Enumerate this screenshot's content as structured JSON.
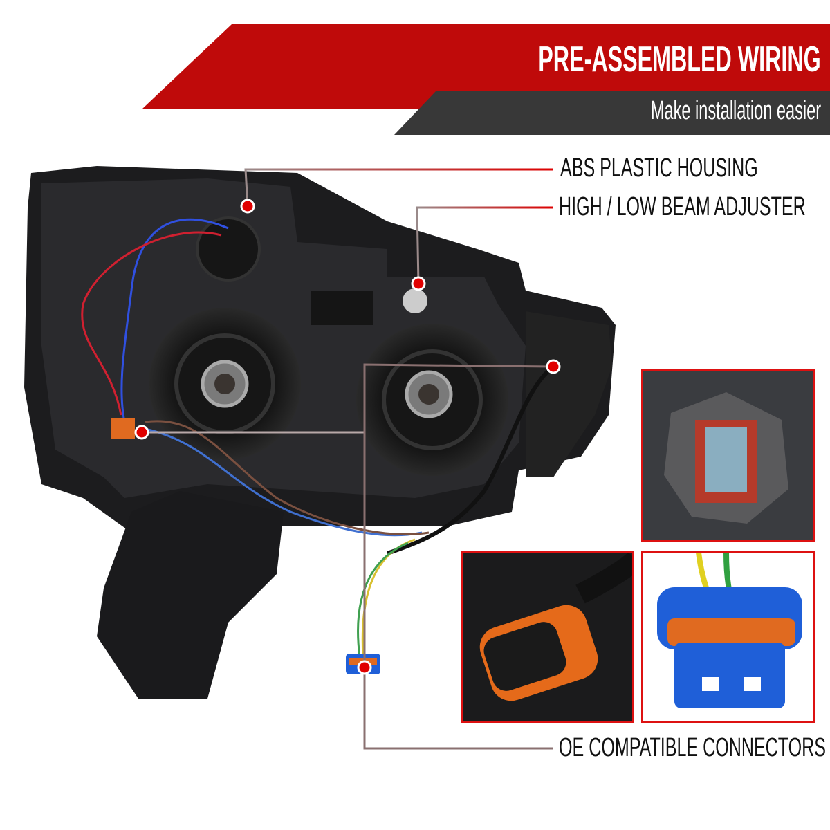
{
  "banner": {
    "title": "PRE-ASSEMBLED WIRING",
    "subtitle": "Make installation easier",
    "red": "#bf0a0a",
    "dark": "#383838"
  },
  "callouts": [
    {
      "label": "ABS PLASTIC HOUSING"
    },
    {
      "label": "HIGH / LOW BEAM ADJUSTER"
    },
    {
      "label": "OE COMPATIBLE CONNECTORS"
    }
  ],
  "colors": {
    "dot": "#e00000",
    "line": "#8a7070",
    "inset_border": "#dd1111",
    "housing": "#1c1c1e"
  },
  "insets": [
    {
      "subject": "grey-connector-closeup"
    },
    {
      "subject": "orange-seal-connector-closeup"
    },
    {
      "subject": "blue-9006-plug-closeup"
    }
  ]
}
